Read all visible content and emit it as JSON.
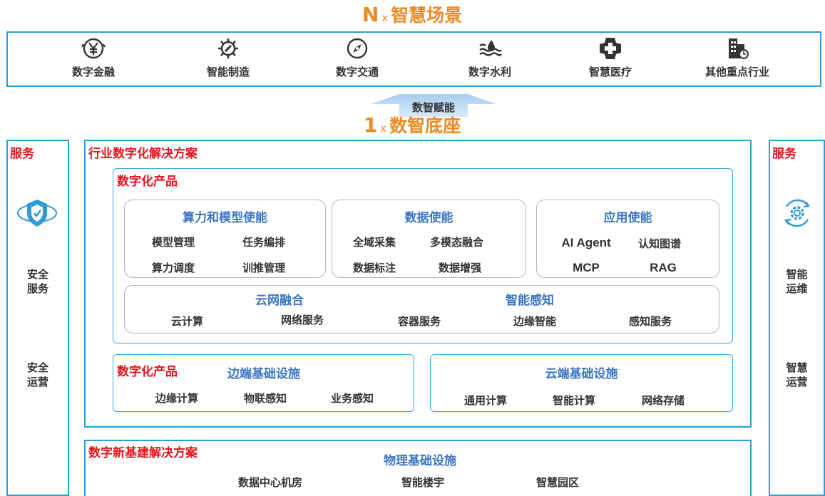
{
  "top": {
    "title_n": "N",
    "title_x": "x",
    "title_text": "智慧场景",
    "scenes": [
      {
        "label": "数字金融",
        "icon": "yen-icon"
      },
      {
        "label": "智能制造",
        "icon": "gear-wrench-icon"
      },
      {
        "label": "数字交通",
        "icon": "compass-icon"
      },
      {
        "label": "数字水利",
        "icon": "water-icon"
      },
      {
        "label": "智慧医疗",
        "icon": "medical-cross-icon"
      },
      {
        "label": "其他重点行业",
        "icon": "building-icon"
      }
    ]
  },
  "arrow": {
    "label": "数智赋能"
  },
  "base": {
    "title_1": "1",
    "title_x": "x",
    "title_text": "数智底座"
  },
  "left_service": {
    "title": "服务",
    "icon": "shield-icon",
    "items": [
      "安全\n服务",
      "安全\n运营"
    ]
  },
  "right_service": {
    "title": "服务",
    "icon": "gear-refresh-icon",
    "items": [
      "智能\n运维",
      "智慧\n运营"
    ]
  },
  "industry": {
    "title": "行业数字化解决方案",
    "product": {
      "title": "数字化产品",
      "compute": {
        "title": "算力和模型使能",
        "items": [
          "模型管理",
          "任务编排",
          "算力调度",
          "训推管理"
        ]
      },
      "data": {
        "title": "数据使能",
        "items": [
          "全域采集",
          "多模态融合",
          "数据标注",
          "数据增强"
        ]
      },
      "app": {
        "title": "应用使能",
        "items": [
          "AI Agent",
          "认知图谱",
          "MCP",
          "RAG"
        ]
      },
      "cloudnet": {
        "title_left": "云网融合",
        "title_right": "智能感知",
        "items": [
          "云计算",
          "网络服务",
          "容器服务",
          "边缘智能",
          "感知服务"
        ]
      }
    },
    "edge": {
      "tag": "数字化产品",
      "title": "边端基础设施",
      "items": [
        "边缘计算",
        "物联感知",
        "业务感知"
      ]
    },
    "cloud": {
      "title": "云端基础设施",
      "items": [
        "通用计算",
        "智能计算",
        "网络存储"
      ]
    }
  },
  "newinfra": {
    "title": "数字新基建解决方案",
    "subtitle": "物理基础设施",
    "items": [
      "数据中心机房",
      "智能楼宇",
      "智慧园区"
    ]
  }
}
